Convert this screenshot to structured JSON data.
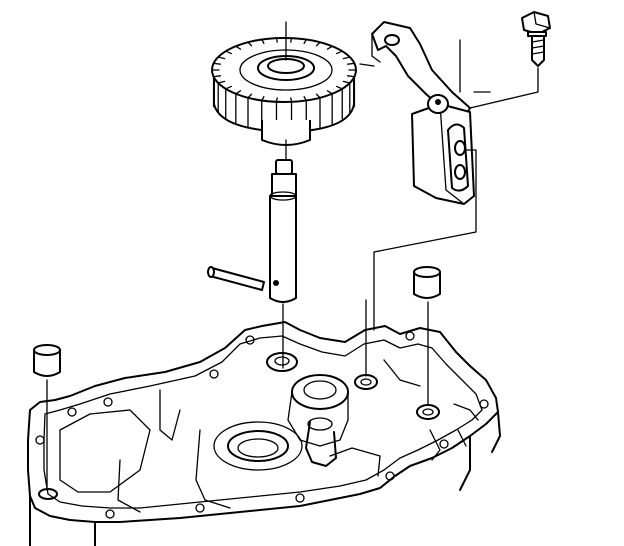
{
  "diagram": {
    "parts": [
      {
        "id": "gear",
        "icon": "gear-icon"
      },
      {
        "id": "gear-shaft",
        "icon": "shaft-icon"
      },
      {
        "id": "roll-pin",
        "icon": "pin-icon"
      },
      {
        "id": "bracket",
        "icon": "bracket-icon"
      },
      {
        "id": "bolt",
        "icon": "bolt-icon"
      },
      {
        "id": "dowel-left",
        "icon": "dowel-icon"
      },
      {
        "id": "dowel-right",
        "icon": "dowel-icon"
      },
      {
        "id": "case-housing",
        "icon": "housing-icon"
      }
    ],
    "colors": {
      "line": "#000000",
      "background": "#ffffff"
    }
  }
}
